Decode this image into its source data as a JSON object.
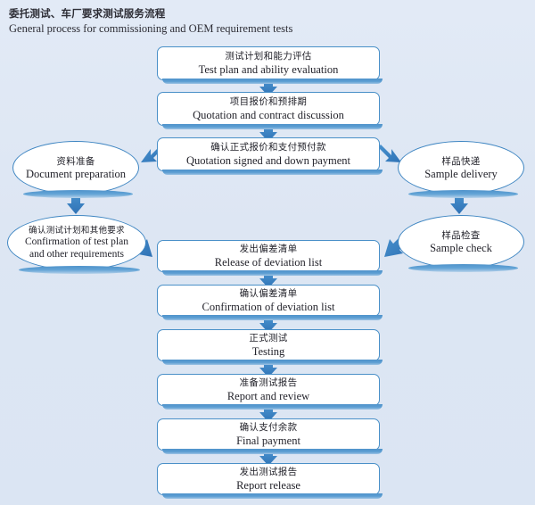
{
  "title": {
    "cn": "委托测试、车厂要求测试服务流程",
    "en": "General process for commissioning and OEM requirement tests"
  },
  "colors": {
    "background": "#dde6f3",
    "node_fill": "#ffffff",
    "node_border": "#4a90c8",
    "shadow_blue": "#4f93cb",
    "arrow_blue": "#3d86c6",
    "text": "#23232b"
  },
  "chart_data": {
    "type": "diagram",
    "diagram_kind": "flowchart",
    "title": "General process for commissioning and OEM requirement tests",
    "nodes": [
      {
        "id": "n1",
        "shape": "rounded-rect",
        "cn": "测试计划和能力评估",
        "en": "Test plan and ability evaluation"
      },
      {
        "id": "n2",
        "shape": "rounded-rect",
        "cn": "项目报价和预排期",
        "en": "Quotation and contract discussion"
      },
      {
        "id": "n3",
        "shape": "rounded-rect",
        "cn": "确认正式报价和支付预付款",
        "en": "Quotation signed and down payment"
      },
      {
        "id": "e1",
        "shape": "ellipse",
        "cn": "资料准备",
        "en": "Document preparation"
      },
      {
        "id": "e2",
        "shape": "ellipse",
        "cn": "样品快递",
        "en": "Sample delivery"
      },
      {
        "id": "e3",
        "shape": "ellipse",
        "cn": "确认测试计划和其他要求",
        "en": "Confirmation of test plan and other requirements"
      },
      {
        "id": "e4",
        "shape": "ellipse",
        "cn": "样品检查",
        "en": "Sample check"
      },
      {
        "id": "n4",
        "shape": "rounded-rect",
        "cn": "发出偏差清单",
        "en": "Release of deviation list"
      },
      {
        "id": "n5",
        "shape": "rounded-rect",
        "cn": "确认偏差清单",
        "en": "Confirmation of deviation list"
      },
      {
        "id": "n6",
        "shape": "rounded-rect",
        "cn": "正式测试",
        "en": "Testing"
      },
      {
        "id": "n7",
        "shape": "rounded-rect",
        "cn": "准备测试报告",
        "en": "Report and review"
      },
      {
        "id": "n8",
        "shape": "rounded-rect",
        "cn": "确认支付余款",
        "en": "Final payment"
      },
      {
        "id": "n9",
        "shape": "rounded-rect",
        "cn": "发出测试报告",
        "en": "Report release"
      }
    ],
    "edges": [
      {
        "from": "n1",
        "to": "n2"
      },
      {
        "from": "n2",
        "to": "n3"
      },
      {
        "from": "n3",
        "to": "e1"
      },
      {
        "from": "n3",
        "to": "e2"
      },
      {
        "from": "e1",
        "to": "e3"
      },
      {
        "from": "e2",
        "to": "e4"
      },
      {
        "from": "e3",
        "to": "n4"
      },
      {
        "from": "e4",
        "to": "n4"
      },
      {
        "from": "n4",
        "to": "n5"
      },
      {
        "from": "n5",
        "to": "n6"
      },
      {
        "from": "n6",
        "to": "n7"
      },
      {
        "from": "n7",
        "to": "n8"
      },
      {
        "from": "n8",
        "to": "n9"
      }
    ]
  },
  "nodes": {
    "n1": {
      "cn": "测试计划和能力评估",
      "en": "Test plan and ability evaluation"
    },
    "n2": {
      "cn": "项目报价和预排期",
      "en": "Quotation and contract discussion"
    },
    "n3": {
      "cn": "确认正式报价和支付预付款",
      "en": "Quotation signed and down payment"
    },
    "n4": {
      "cn": "发出偏差清单",
      "en": "Release of deviation list"
    },
    "n5": {
      "cn": "确认偏差清单",
      "en": "Confirmation of deviation list"
    },
    "n6": {
      "cn": "正式测试",
      "en": "Testing"
    },
    "n7": {
      "cn": "准备测试报告",
      "en": "Report and review"
    },
    "n8": {
      "cn": "确认支付余款",
      "en": "Final payment"
    },
    "n9": {
      "cn": "发出测试报告",
      "en": "Report release"
    }
  },
  "ellipses": {
    "e1": {
      "cn": "资料准备",
      "en": "Document preparation"
    },
    "e2": {
      "cn": "样品快递",
      "en": "Sample delivery"
    },
    "e3": {
      "cn": "确认测试计划和其他要求",
      "en1": "Confirmation of test plan",
      "en2": "and other requirements"
    },
    "e4": {
      "cn": "样品检查",
      "en": "Sample check"
    }
  }
}
